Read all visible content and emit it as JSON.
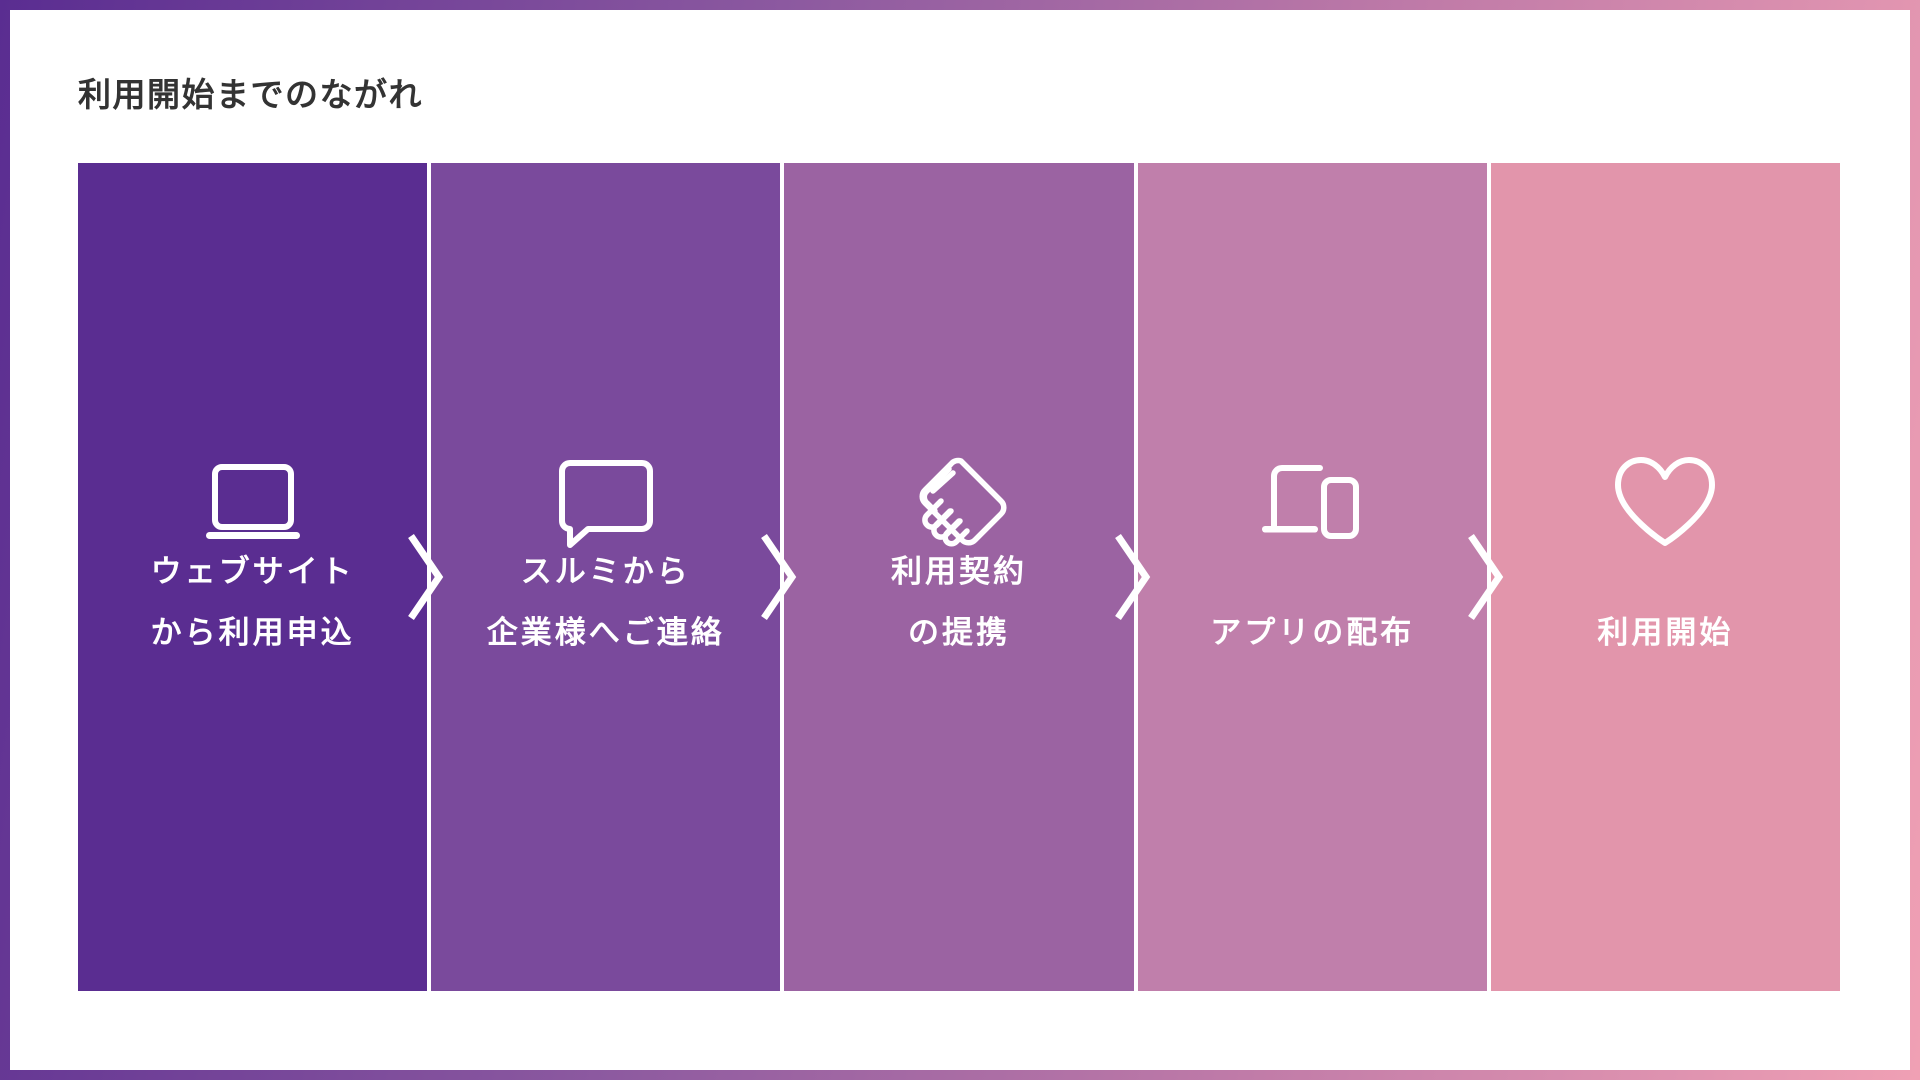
{
  "page": {
    "title": "利用開始までのながれ",
    "background_color": "#ffffff",
    "border_gradient_from": "#5a2d91",
    "border_gradient_to": "#f0a0b4",
    "title_color": "#333333"
  },
  "steps": [
    {
      "index": "1",
      "icon": "laptop-icon",
      "color": "#5a2d91",
      "label_lines": [
        "ウェブサイト",
        "から利用申込"
      ]
    },
    {
      "index": "2",
      "icon": "speech-bubble-icon",
      "color": "#7a4a9c",
      "label_lines": [
        "スルミから",
        "企業様へご連絡"
      ]
    },
    {
      "index": "3",
      "icon": "handshake-icon",
      "color": "#9b63a2",
      "label_lines": [
        "利用契約",
        "の提携"
      ]
    },
    {
      "index": "4",
      "icon": "devices-icon",
      "color": "#c07fab",
      "label_lines": [
        "アプリの配布"
      ]
    },
    {
      "index": "5",
      "icon": "heart-icon",
      "color": "#e295ab",
      "label_lines": [
        "利用開始"
      ]
    }
  ],
  "separator": {
    "icon": "chevron-right-divider",
    "color": "#ffffff"
  }
}
